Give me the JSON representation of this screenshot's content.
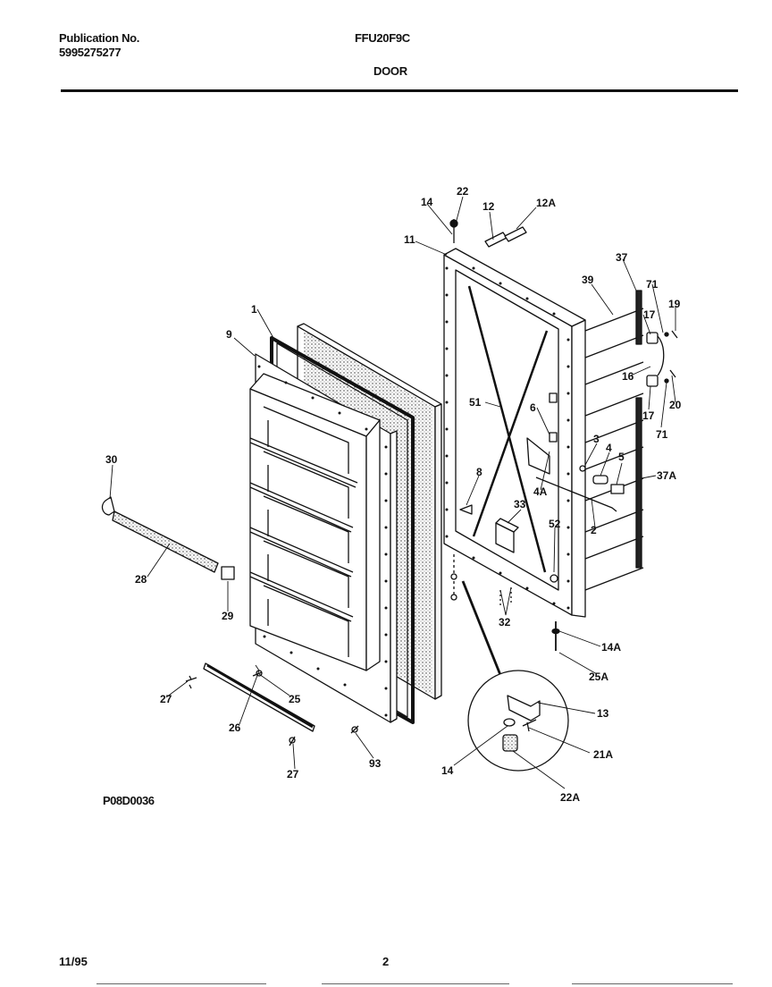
{
  "header": {
    "publication_label": "Publication No.",
    "publication_number": "5995275277",
    "model": "FFU20F9C",
    "section": "DOOR"
  },
  "footer": {
    "drawing_code": "P08D0036",
    "date": "11/95",
    "page_number": "2"
  },
  "callouts": {
    "c1": "1",
    "c9": "9",
    "c30": "30",
    "c28": "28",
    "c29": "29",
    "c27a": "27",
    "c26": "26",
    "c25": "25",
    "c27b": "27",
    "c93": "93",
    "c14": "14",
    "c22": "22",
    "c12": "12",
    "c12A": "12A",
    "c11": "11",
    "c37": "37",
    "c39": "39",
    "c71a": "71",
    "c19": "19",
    "c17a": "17",
    "c16": "16",
    "c17b": "17",
    "c20": "20",
    "c71b": "71",
    "c51": "51",
    "c6": "6",
    "c3": "3",
    "c4": "4",
    "c5": "5",
    "c37A": "37A",
    "c4A": "4A",
    "c2": "2",
    "c8": "8",
    "c33": "33",
    "c52": "52",
    "c32": "32",
    "c14A": "14A",
    "c25A": "25A",
    "c13": "13",
    "c14b": "14",
    "c21A": "21A",
    "c22A": "22A"
  }
}
